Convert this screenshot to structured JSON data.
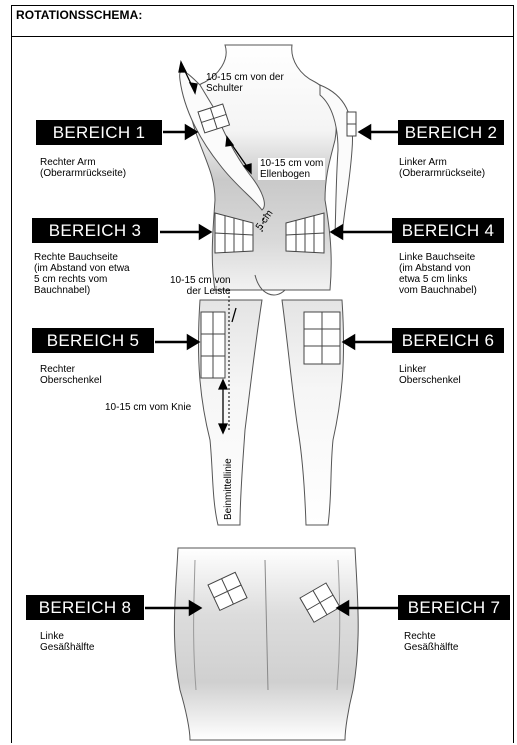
{
  "header": {
    "title": "ROTATIONSSCHEMA:"
  },
  "regions": [
    {
      "badge": "BEREICH 1",
      "desc": [
        "Rechter Arm",
        "(Oberarmrückseite)"
      ]
    },
    {
      "badge": "BEREICH 2",
      "desc": [
        "Linker Arm",
        "(Oberarmrückseite)"
      ]
    },
    {
      "badge": "BEREICH 3",
      "desc": [
        "Rechte Bauchseite",
        "(im Abstand von etwa",
        "5 cm rechts vom",
        "Bauchnabel)"
      ]
    },
    {
      "badge": "BEREICH 4",
      "desc": [
        "Linke Bauchseite",
        "(im Abstand von",
        "etwa 5 cm links",
        "vom Bauchnabel)"
      ]
    },
    {
      "badge": "BEREICH 5",
      "desc": [
        "Rechter",
        "Oberschenkel"
      ]
    },
    {
      "badge": "BEREICH 6",
      "desc": [
        "Linker",
        "Oberschenkel"
      ]
    },
    {
      "badge": "BEREICH 8",
      "desc": [
        "Linke",
        "Gesäßhälfte"
      ]
    },
    {
      "badge": "BEREICH 7",
      "desc": [
        "Rechte",
        "Gesäßhälfte"
      ]
    }
  ],
  "annotations": {
    "shoulder": [
      "10-15 cm von der",
      "Schulter"
    ],
    "elbow": [
      "10-15 cm vom",
      "Ellenbogen"
    ],
    "navel": "5 cm",
    "groin": [
      "10-15 cm von",
      "der Leiste"
    ],
    "knee": "10-15 cm vom Knie",
    "midline": "Beinmittellinie"
  }
}
